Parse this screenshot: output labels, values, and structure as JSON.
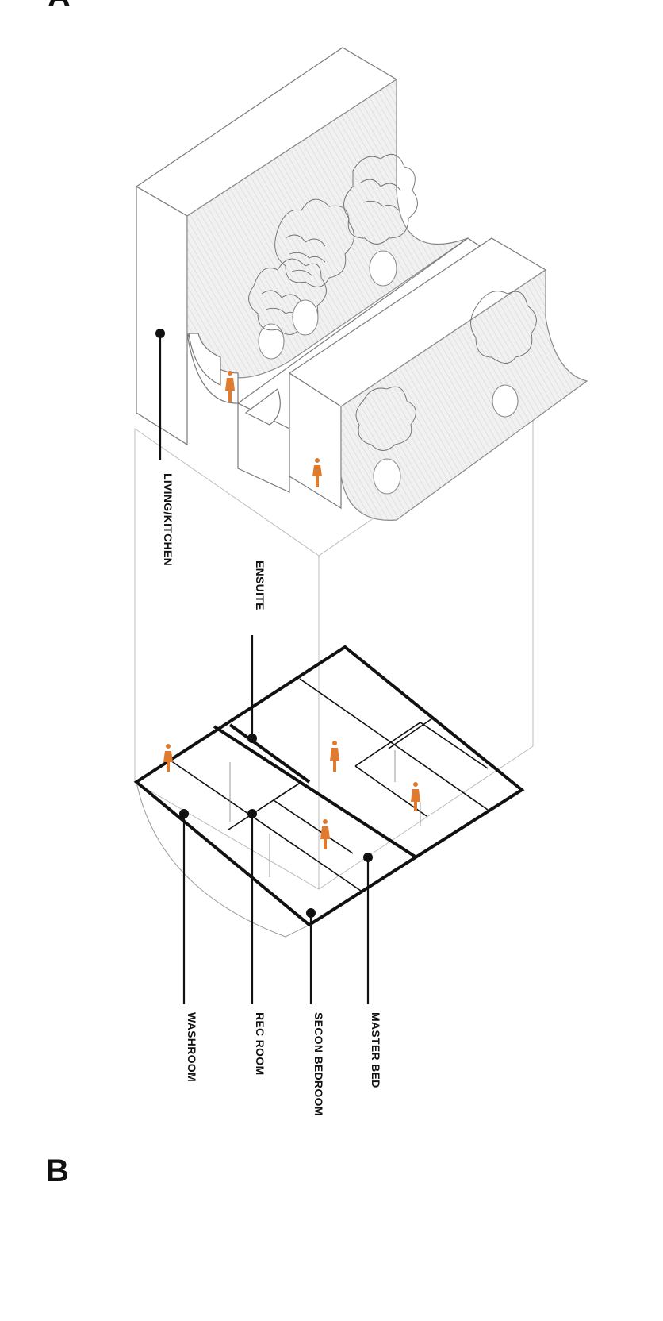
{
  "panels": {
    "top_letter": "A",
    "bottom_letter": "B"
  },
  "labels": {
    "living_kitchen": "LIVING/KITCHEN",
    "ensuite": "ENSUITE",
    "washroom": "WASHROOM",
    "rec_room": "REC ROOM",
    "second_bedroom": "SECON BEDROOM",
    "master_bed": "MASTER BED"
  },
  "colors": {
    "figure_accent": "#e07a2f",
    "ink": "#111111",
    "line": "#9a9a9a"
  }
}
